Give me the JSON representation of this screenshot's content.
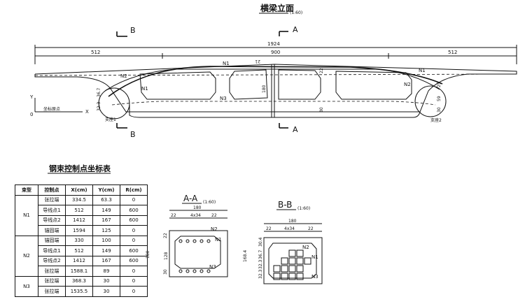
{
  "elevation": {
    "title": "横梁立面",
    "scale": "(1:60)",
    "section_marks": {
      "left": "B",
      "right": "A"
    },
    "dims": {
      "total": "1924",
      "left": "512",
      "mid": "900",
      "right": "512"
    },
    "tendons": [
      "N1",
      "N2",
      "N3"
    ],
    "dim_labels": {
      "d21": "21",
      "d22": "22",
      "d25": "25",
      "d30a": "30",
      "d30b": "30",
      "d36": "36.7",
      "d32": "32.3",
      "d180": "180",
      "d59": "59"
    },
    "axes": {
      "y": "Y",
      "x": "X",
      "origin": "0",
      "origin_label": "坐标原点"
    },
    "bearings": {
      "left": "支座1",
      "right": "支座2"
    }
  },
  "table": {
    "title": "钢束控制点坐标表",
    "headers": [
      "束型",
      "控制点",
      "X(cm)",
      "Y(cm)",
      "R(cm)"
    ],
    "groups": [
      {
        "name": "N1",
        "rows": [
          [
            "张拉端",
            "334.5",
            "63.3",
            "0"
          ],
          [
            "导线点1",
            "512",
            "149",
            "600"
          ],
          [
            "导线点2",
            "1412",
            "167",
            "600"
          ],
          [
            "锚固端",
            "1594",
            "125",
            "0"
          ]
        ]
      },
      {
        "name": "N2",
        "rows": [
          [
            "锚固端",
            "330",
            "100",
            "0"
          ],
          [
            "导线点1",
            "512",
            "149",
            "600"
          ],
          [
            "导线点2",
            "1412",
            "167",
            "600"
          ],
          [
            "张拉端",
            "1588.1",
            "89",
            "0"
          ]
        ]
      },
      {
        "name": "N3",
        "rows": [
          [
            "张拉端",
            "368.3",
            "30",
            "0"
          ],
          [
            "张拉端",
            "1535.5",
            "30",
            "0"
          ]
        ]
      }
    ]
  },
  "section_aa": {
    "title": "A-A",
    "scale": "(1:60)",
    "width": "180",
    "sub": "4x34",
    "edge": "22",
    "height": "180",
    "inner": "128",
    "top_off": "22",
    "bot_off": "30",
    "labels": [
      "N1",
      "N2",
      "N3"
    ]
  },
  "section_bb": {
    "title": "B-B",
    "scale": "(1:60)",
    "width": "180",
    "sub": "4x34",
    "edge": "22",
    "height": "168.4",
    "steps": [
      "30.4",
      "36.7",
      "32.3",
      "32.3",
      "36.7"
    ],
    "labels": [
      "N1",
      "N2",
      "N3"
    ]
  }
}
